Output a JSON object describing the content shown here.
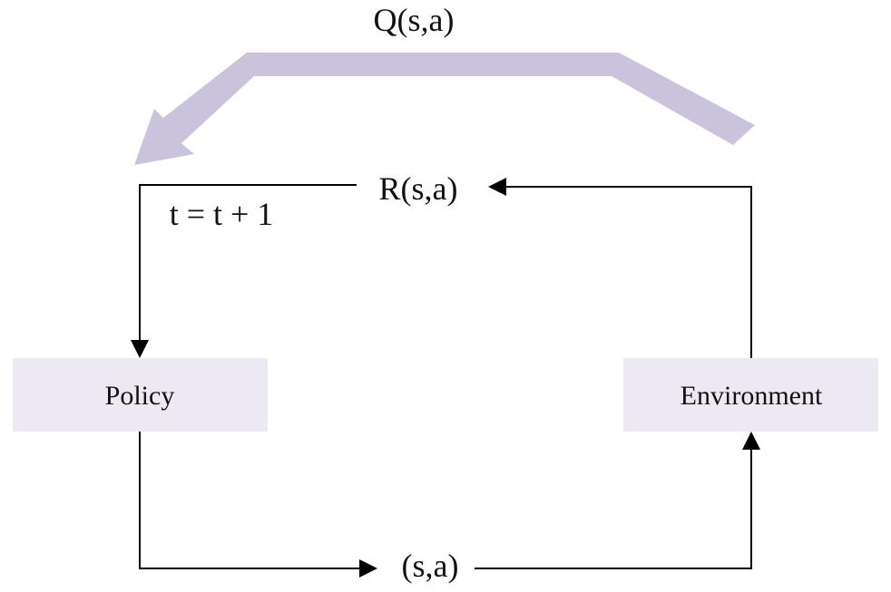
{
  "diagram": {
    "nodes": {
      "policy": {
        "label": "Policy"
      },
      "environment": {
        "label": "Environment"
      }
    },
    "labels": {
      "q_value": "Q(s,a)",
      "reward": "R(s,a)",
      "time_step": "t = t + 1",
      "state_action": "(s,a)"
    },
    "colors": {
      "node_fill": "#ece9f2",
      "big_arrow": "#cbc3dc",
      "line": "#000000"
    }
  }
}
